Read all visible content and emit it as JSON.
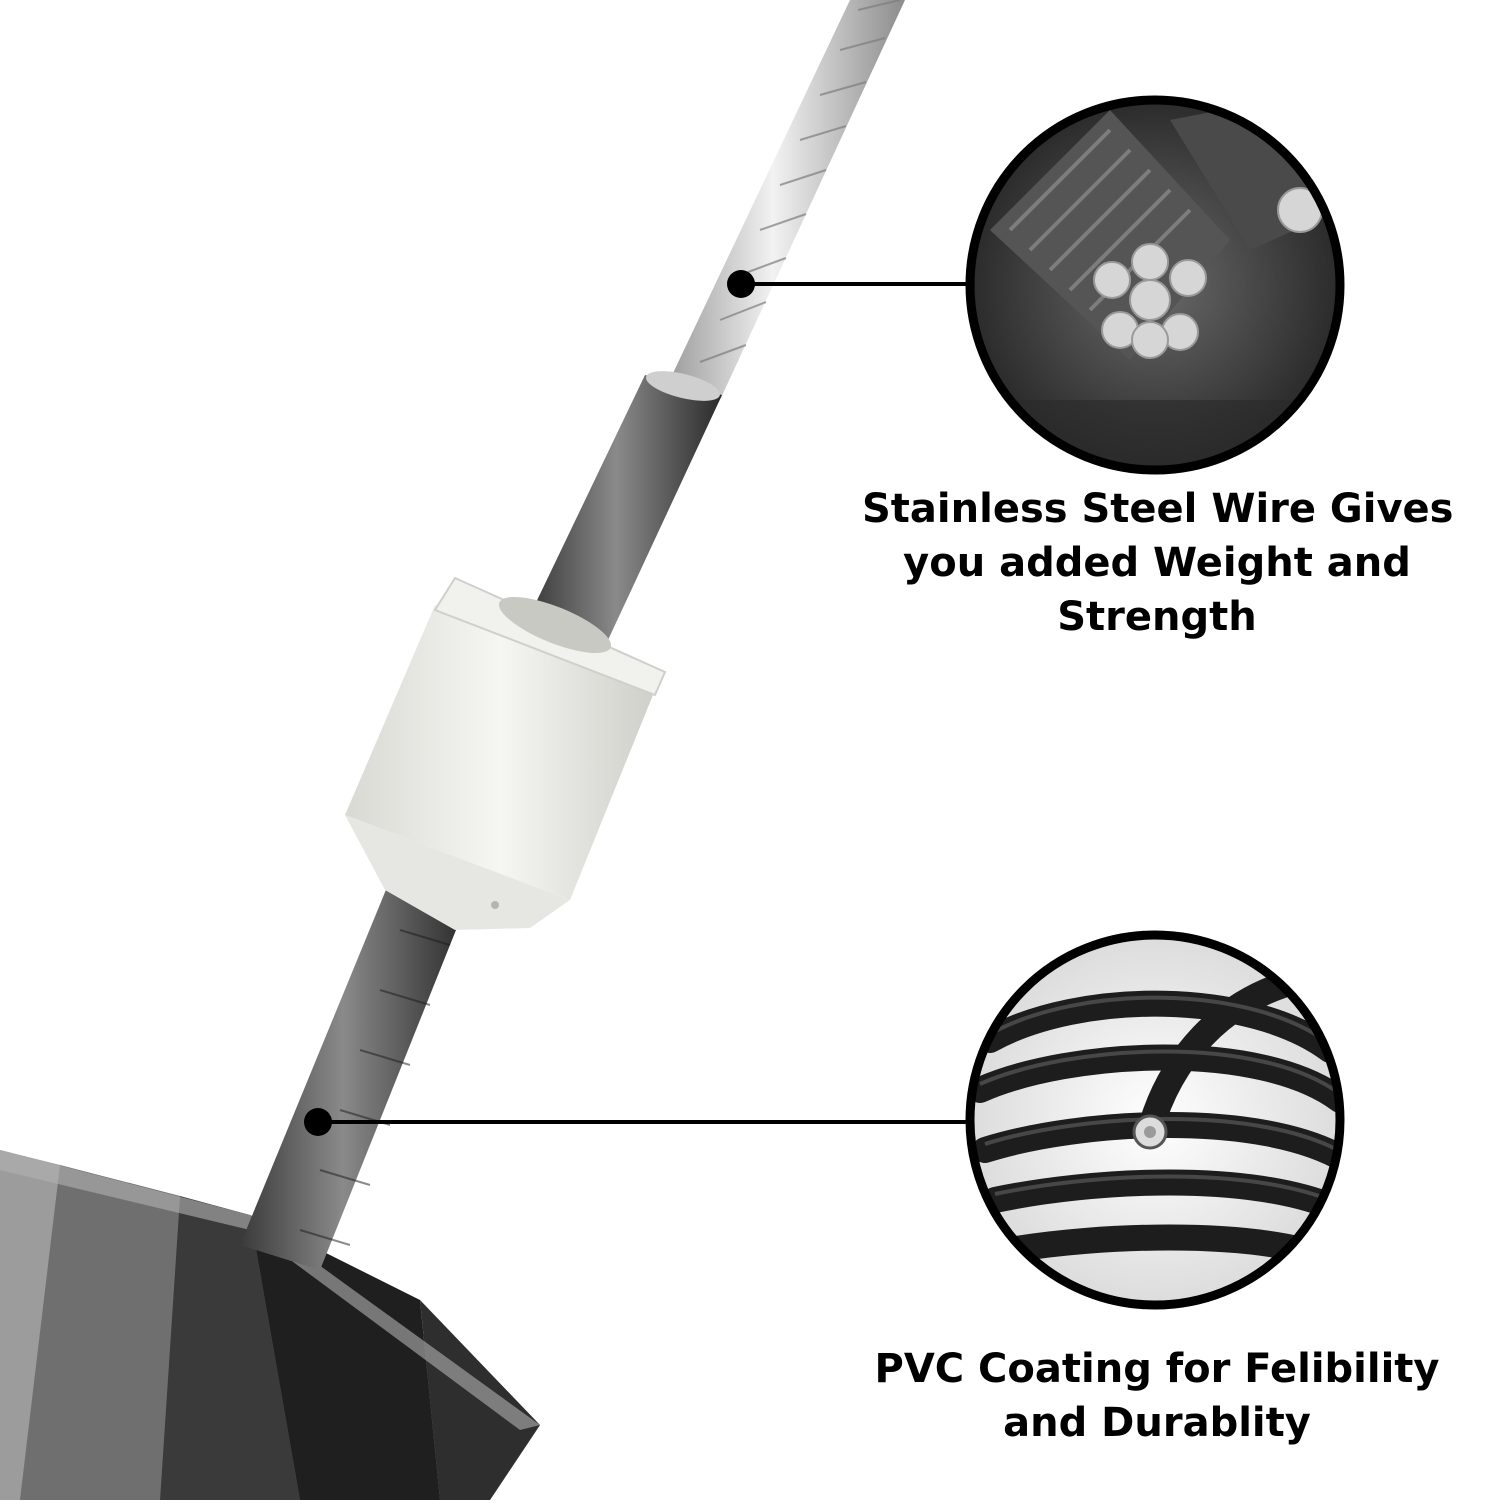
{
  "colors": {
    "background": "#ffffff",
    "line": "#000000",
    "text": "#000000"
  },
  "callouts": {
    "steel_wire": {
      "icon": "steel-wire-cross-section-icon",
      "lines": [
        "Stainless Steel Wire Gives",
        "you added Weight and",
        "Strength"
      ]
    },
    "pvc_coating": {
      "icon": "pvc-coated-cable-coil-icon",
      "lines": [
        "PVC Coating for Felibility",
        "and Durablity"
      ]
    }
  }
}
